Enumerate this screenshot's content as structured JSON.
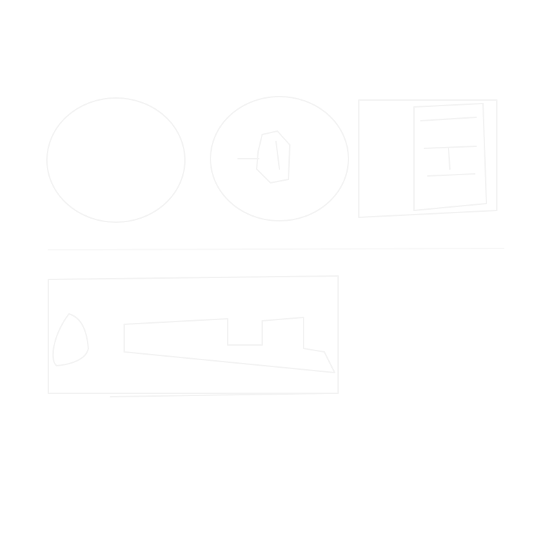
{
  "canvas": {
    "background_color": "#ffffff",
    "stroke_color": "#f3f3f3",
    "faint_stroke_color": "#f8f8f8"
  },
  "elements": {
    "left_oval": {
      "icon": "oval-outline"
    },
    "middle_oval": {
      "icon": "oval-outline"
    },
    "middle_oval_inner_shape": {
      "icon": "polygon-outline"
    },
    "right_bracket_group": {
      "icon": "bracket-outline"
    },
    "divider_line": {
      "icon": "horizontal-line"
    },
    "bottom_rectangle": {
      "icon": "rectangle-outline"
    },
    "bottom_left_shape": {
      "icon": "teardrop-outline"
    },
    "bottom_middle_structure": {
      "icon": "building-outline"
    }
  }
}
